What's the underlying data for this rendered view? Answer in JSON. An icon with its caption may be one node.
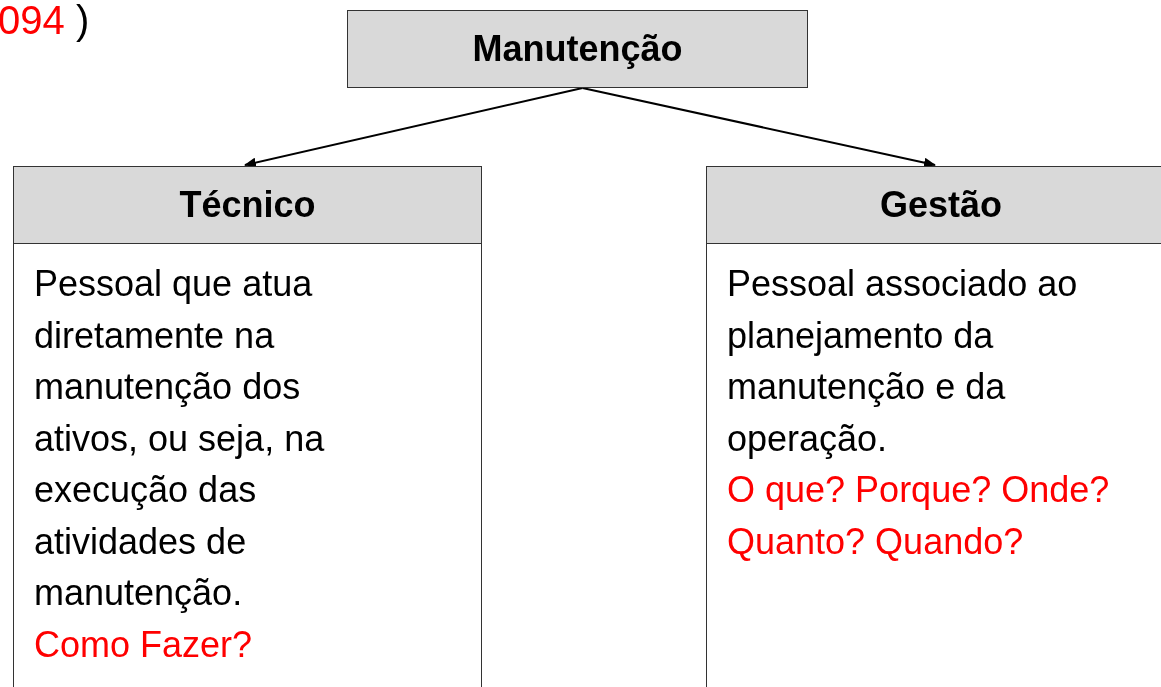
{
  "diagram": {
    "nodes": [
      {
        "text": [
          "Manutenção"
        ]
      },
      {
        "text": [
          "Técnico",
          "Pessoal que atua diretamente na manutenção dos ativos, ou seja, na execução das atividades de manutenção.",
          "Como Fazer?"
        ]
      },
      {
        "text": [
          "Gestão",
          "Pessoal associado ao planejamento da manutenção e da operação.",
          "O que? Porque? Onde? Quanto? Quando?"
        ]
      }
    ],
    "edges": [
      {
        "from": 0,
        "to": 1,
        "arrow": "to"
      },
      {
        "from": 0,
        "to": 2,
        "arrow": "to"
      }
    ],
    "labels": [
      "094",
      ")"
    ]
  }
}
